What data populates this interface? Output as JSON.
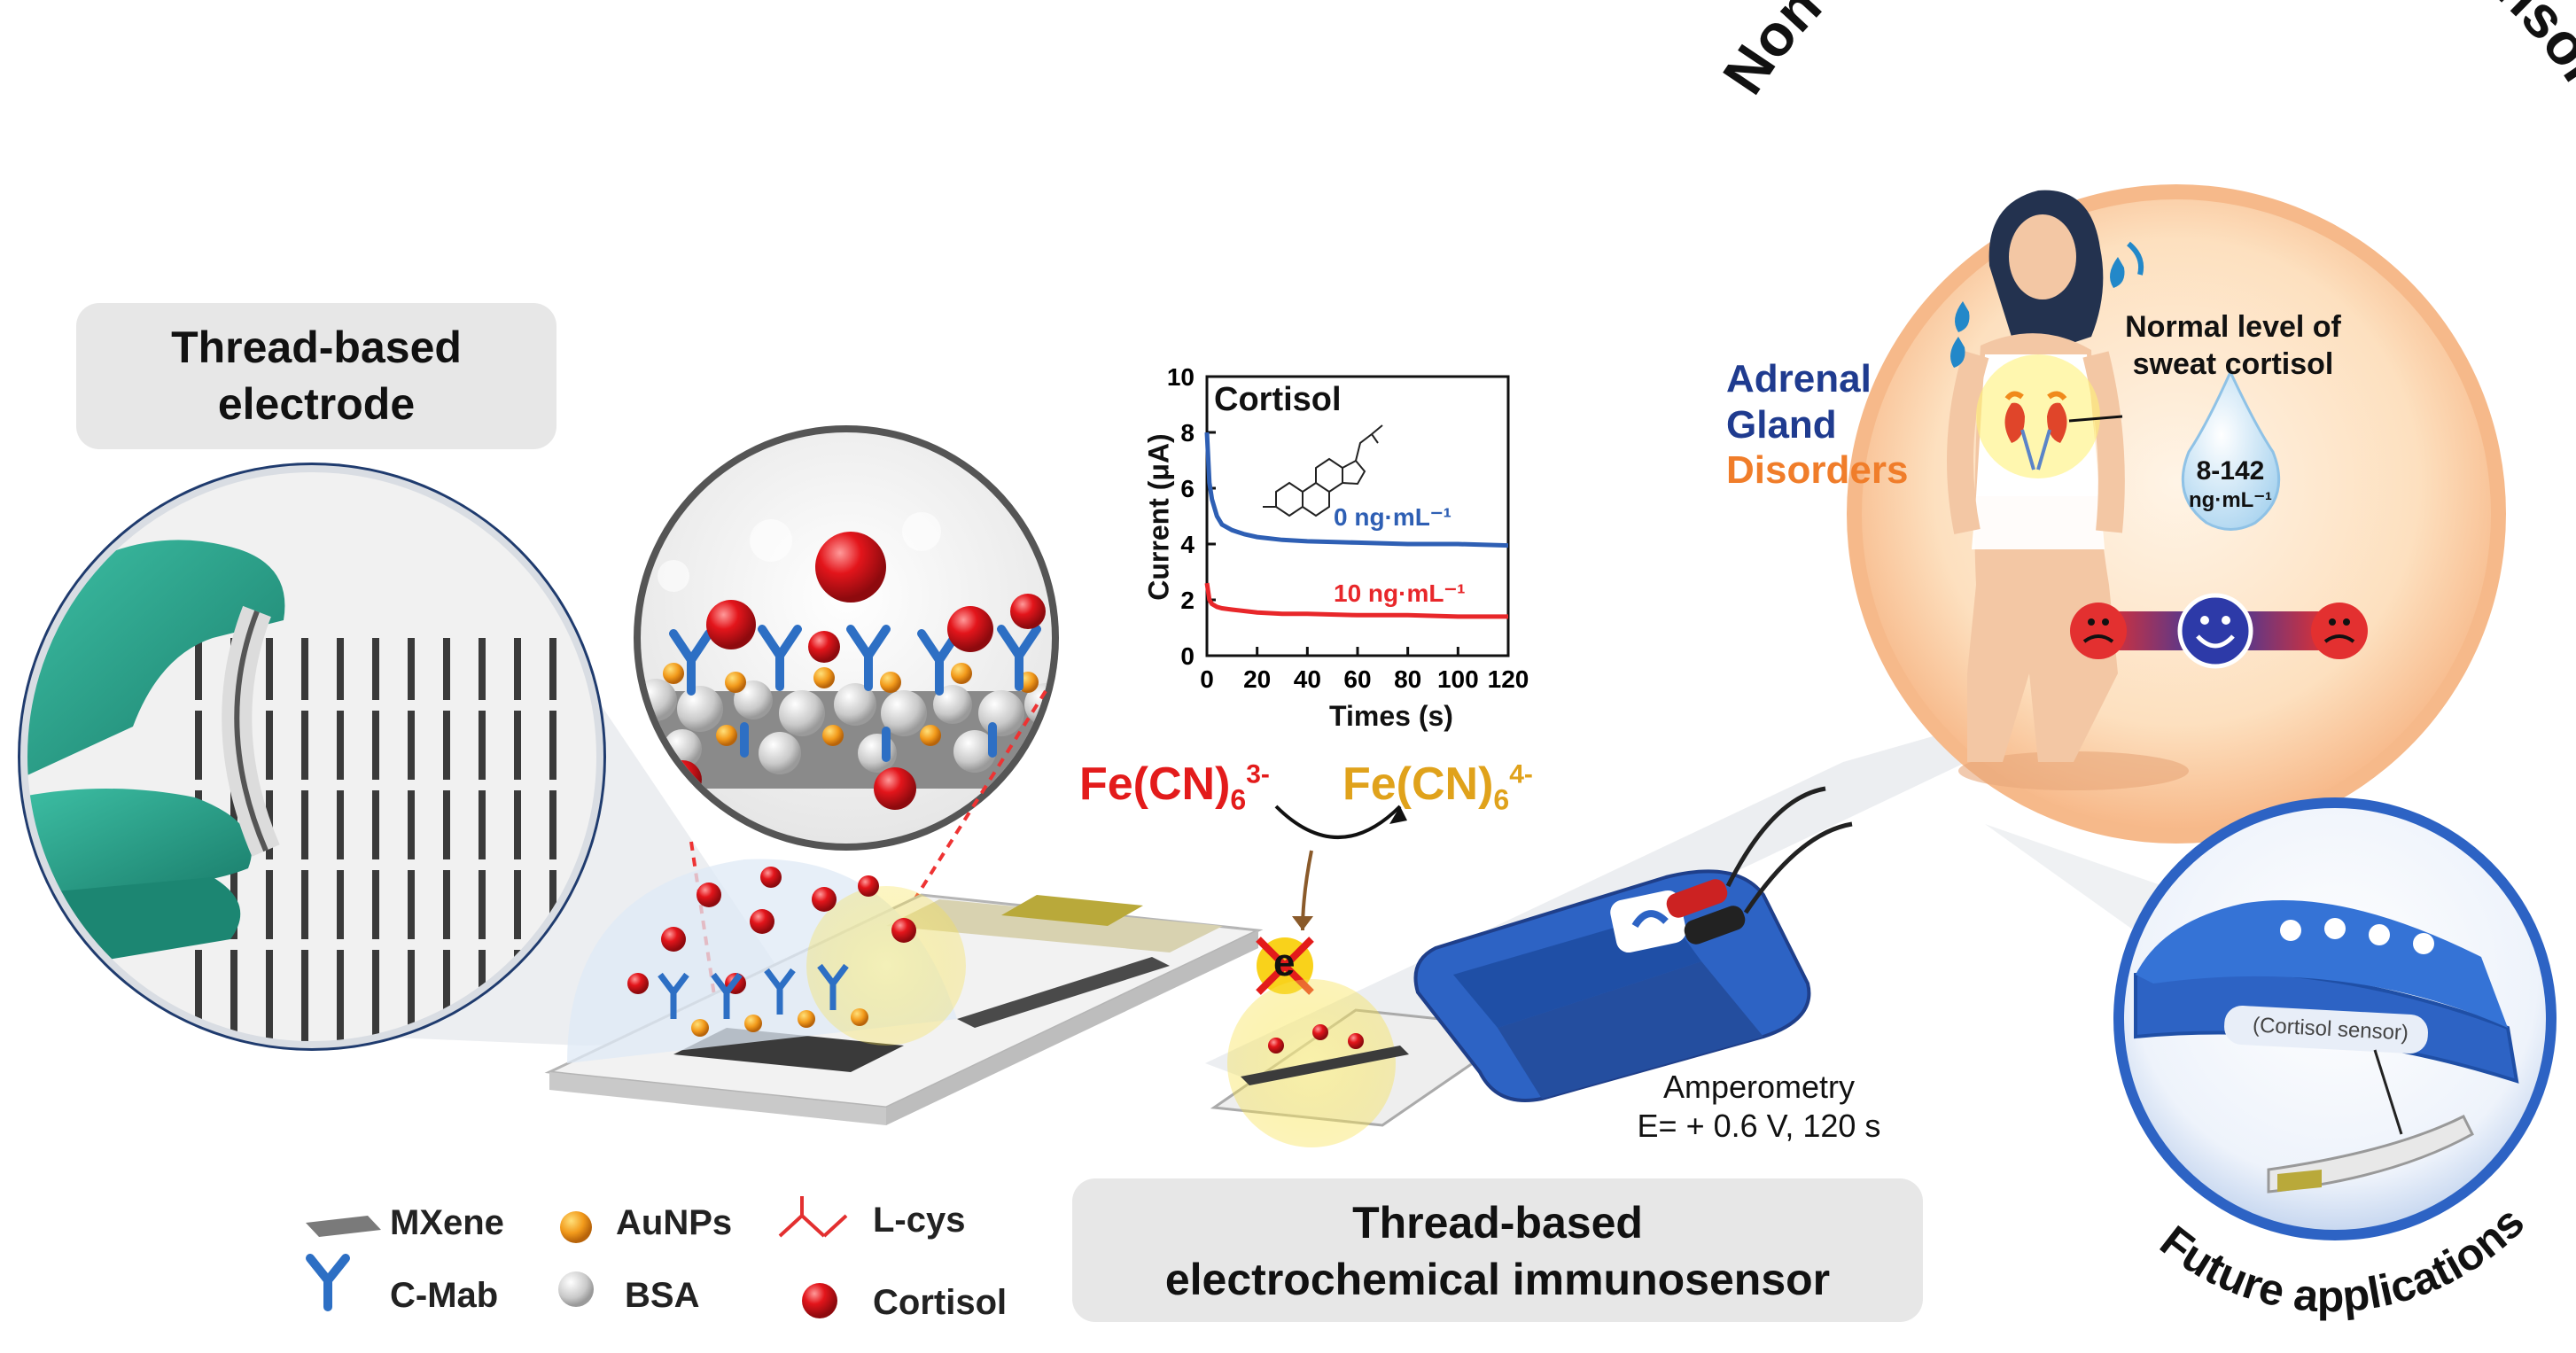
{
  "thread_electrode_label": [
    "Thread-based",
    "electrode"
  ],
  "immunosensor_label": [
    "Thread-based",
    "electrochemical immunosensor"
  ],
  "sensor_title": "Non-invasive sweat cortisol sensor",
  "future_label": "Future applications",
  "legend": {
    "mxene": "MXene",
    "aunps": "AuNPs",
    "lcys": "L-cys",
    "cmab": "C-Mab",
    "bsa": "BSA",
    "cortisol": "Cortisol"
  },
  "redox": {
    "ox_base": "Fe(CN)",
    "ox_sub": "6",
    "ox_sup": "3-",
    "red_base": "Fe(CN)",
    "red_sub": "6",
    "red_sup": "4-",
    "electron": "e"
  },
  "amperometry": [
    "Amperometry",
    "E= + 0.6 V, 120 s"
  ],
  "body_panel": {
    "adrenal": [
      "Adrenal",
      "Gland"
    ],
    "disorders": "Disorders",
    "normal_level": [
      "Normal level of",
      "sweat cortisol"
    ],
    "range_value": "8-142",
    "range_unit": "ng·mL⁻¹"
  },
  "bracelet_text": "(Cortisol sensor)",
  "colors": {
    "navy": "#1f3b8f",
    "orange": "#f07d2a",
    "red_series": "#e8272a",
    "blue_series": "#2e5fb4",
    "ferri": "#e31b1b",
    "ferro": "#e0a21b",
    "peach": "#fde3c6",
    "device_blue": "#2d63c4"
  },
  "chart_data": {
    "type": "line",
    "xlabel": "Times (s)",
    "ylabel": "Current (μA)",
    "xlim": [
      0,
      120
    ],
    "ylim": [
      0,
      10
    ],
    "xticks": [
      0,
      20,
      40,
      60,
      80,
      100,
      120
    ],
    "yticks": [
      0,
      2,
      4,
      6,
      8,
      10
    ],
    "inset_label": "Cortisol",
    "series": [
      {
        "name": "0 ng·mL⁻¹",
        "color": "#2e5fb4",
        "x": [
          0,
          1,
          2,
          4,
          6,
          10,
          15,
          20,
          30,
          40,
          60,
          80,
          100,
          120
        ],
        "y": [
          8.0,
          6.2,
          5.6,
          5.0,
          4.7,
          4.5,
          4.35,
          4.25,
          4.15,
          4.1,
          4.05,
          4.0,
          4.0,
          3.95
        ]
      },
      {
        "name": "10 ng·mL⁻¹",
        "color": "#e8272a",
        "x": [
          0,
          1,
          2,
          4,
          6,
          10,
          15,
          20,
          30,
          40,
          60,
          80,
          100,
          120
        ],
        "y": [
          2.6,
          2.0,
          1.85,
          1.75,
          1.7,
          1.65,
          1.6,
          1.55,
          1.5,
          1.5,
          1.45,
          1.45,
          1.4,
          1.4
        ]
      }
    ]
  }
}
